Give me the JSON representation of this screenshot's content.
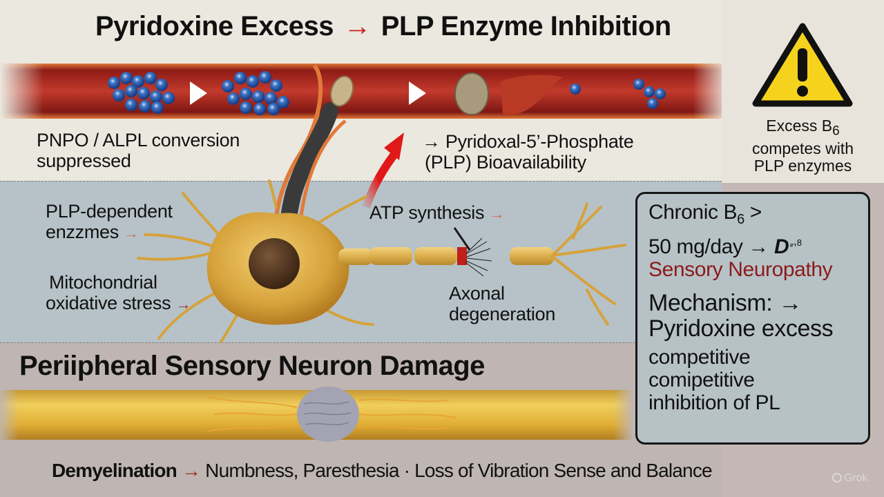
{
  "title": {
    "left": "Pyridoxine Excess",
    "arrow": "→",
    "right": "PLP Enzyme Inhibition"
  },
  "colors": {
    "accent_red": "#cc1f1f",
    "dark_red_text": "#8b1a1a",
    "neuron_gold": "#d9a53a",
    "vessel_red": "#a8261e",
    "warning_yellow": "#f5d31c"
  },
  "warning": {
    "icon": "warning-triangle-icon",
    "caption_line1": "Excess B",
    "caption_sub": "6",
    "caption_line2": "competes with",
    "caption_line3": "PLP enzymes"
  },
  "labels": {
    "pnpo_line1": "PNPO / ALPL conversion",
    "pnpo_line2": "suppressed",
    "plp_line1": "→ Pyridoxal-5’-Phosphate",
    "plp_line2": "(PLP) Bioavailability",
    "enzymes_line1": "PLP-dependent",
    "enzymes_line2": "enzzmes",
    "mito_line1": "Mitochondrial",
    "mito_line2": "oxidative stress",
    "atp": "ATP synthesis",
    "axonal_line1": "Axonal",
    "axonal_line2": "degeneration",
    "arrow": "→"
  },
  "info_box": {
    "line1_prefix": "Chronic B",
    "line1_sub": "6",
    "line1_suffix": " >",
    "line2": "50 mg/day →",
    "line2_glyph": "D",
    "line2_tiny": "ᆰ8",
    "line3": "Sensory Neuropathy",
    "line4": "Mechanism:  →",
    "line5": "Pyridoxine excess",
    "line6": "competitive",
    "line7": "comipetitive",
    "line8": "inhibition of PL"
  },
  "section_title": "Periipheral Sensory Neuron Damage",
  "footer": {
    "bold": "Demyelination",
    "arrow": "→",
    "rest": "Numbness, Paresthesia  ·  Loss of Vibration Sense and Balance"
  },
  "watermark": "Grok"
}
